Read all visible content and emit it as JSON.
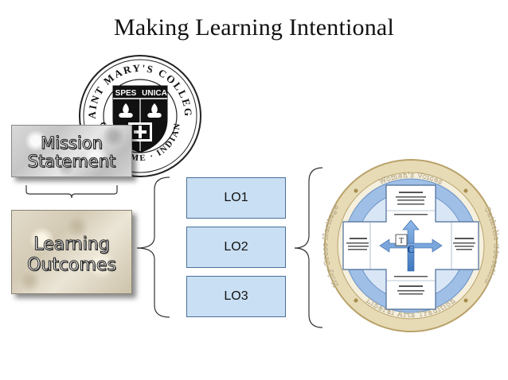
{
  "title": "Making Learning Intentional",
  "seal": {
    "ring_text": "SAINT MARY'S COLLEGE",
    "ring_text_bottom": "NOTRE DAME · INDIANA",
    "motto_left": "SPES",
    "motto_right": "UNICA"
  },
  "mission_box": {
    "line1": "Mission",
    "line2": "Statement"
  },
  "outcomes_box": {
    "line1": "Learning",
    "line2": "Outcomes"
  },
  "learning_outcomes": [
    {
      "label": "LO1"
    },
    {
      "label": "LO2"
    },
    {
      "label": "LO3"
    }
  ],
  "wheel": {
    "top_label": "Women's Voices",
    "bottom_label": "Liberal Arts Tradition",
    "left_label": "Holy Cross Heritage",
    "right_label": "Catholic Education",
    "center_letter": "C",
    "colors": {
      "ring": "#d8c89a",
      "band": "#8fb3de",
      "cross": "#ffffff",
      "center": "#6d9fd6"
    }
  }
}
